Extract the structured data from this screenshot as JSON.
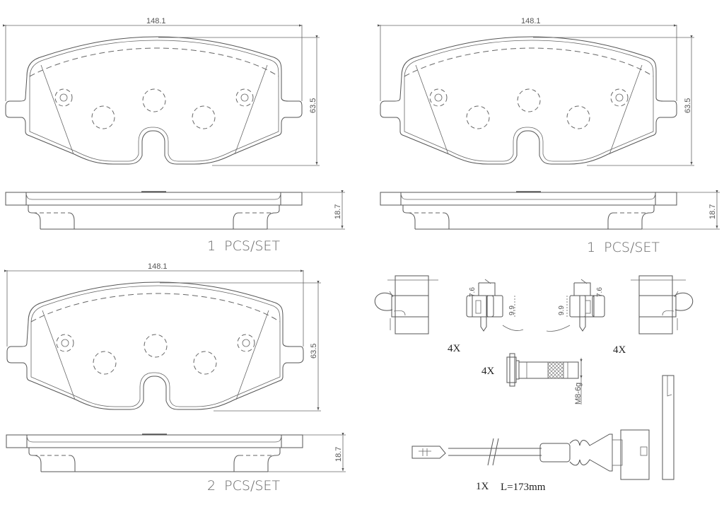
{
  "drawing": {
    "pads": [
      {
        "id": "pad-top-left",
        "width_dim": "148.1",
        "height_dim": "63.5",
        "thickness_dim": "18.7",
        "qty_label": "1  PCS/SET"
      },
      {
        "id": "pad-top-right",
        "width_dim": "148.1",
        "height_dim": "63.5",
        "thickness_dim": "18.7",
        "qty_label": "1  PCS/SET"
      },
      {
        "id": "pad-bottom-left",
        "width_dim": "148.1",
        "height_dim": "63.5",
        "thickness_dim": "18.7",
        "qty_label": "2  PCS/SET"
      }
    ],
    "clips": {
      "left_dims": {
        "height_a": "7.6",
        "height_b": "9.9"
      },
      "right_dims": {
        "height_a": "7.6",
        "height_b": "9.9"
      },
      "left_qty": "4X",
      "right_qty": "4X"
    },
    "bolt": {
      "qty": "4X",
      "thread": "M8-6g"
    },
    "wear_sensor": {
      "qty": "1X",
      "length": "L=173mm"
    }
  }
}
